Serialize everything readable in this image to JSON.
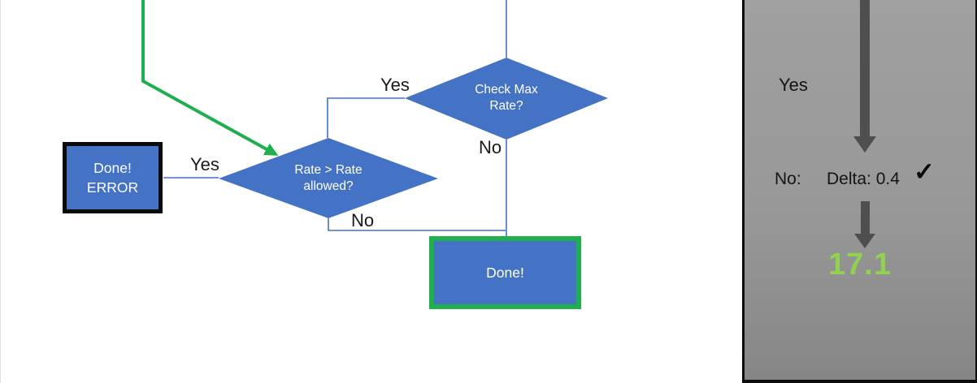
{
  "colors": {
    "shape_blue": "#4472C4",
    "connector_blue": "#4472C4",
    "accent_green": "#1FAF4E",
    "value_green": "#92D050",
    "arrow_gray": "#4F4F4F",
    "panel_gray": "#989898"
  },
  "flowchart": {
    "nodes": {
      "check_max_rate": {
        "line1": "Check Max",
        "line2": "Rate?"
      },
      "rate_allowed": {
        "line1": "Rate > Rate",
        "line2": "allowed?"
      },
      "done_error": {
        "line1": "Done!",
        "line2": "ERROR"
      },
      "done": {
        "label": "Done!"
      }
    },
    "edge_labels": {
      "check_yes": "Yes",
      "check_no": "No",
      "rate_yes": "Yes",
      "rate_no": "No"
    }
  },
  "panel": {
    "yes_label": "Yes",
    "no_label": "No:",
    "delta_label": "Delta: 0.4",
    "check_icon": "✓",
    "result_value": "17.1"
  }
}
